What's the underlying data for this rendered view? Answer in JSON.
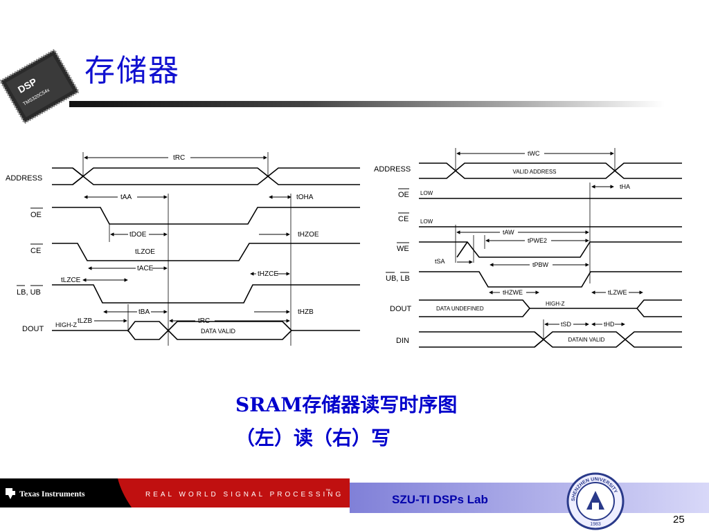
{
  "slide": {
    "title": "存储器",
    "page_number": "25"
  },
  "chip": {
    "label_dsp": "DSP",
    "label_part": "TMS320C54x"
  },
  "read_diagram": {
    "signals": {
      "address": "ADDRESS",
      "oe": "OE",
      "ce": "CE",
      "lb_ub": "LB, UB",
      "dout": "DOUT"
    },
    "params": {
      "trc": "tRC",
      "taa": "tAA",
      "toha": "tOHA",
      "tdoe": "tDOE",
      "tlzoe": "tLZOE",
      "thzoe": "tHZOE",
      "tace": "tACE",
      "thzce": "tHZCE",
      "tlzce": "tLZCE",
      "tba": "tBA",
      "tlzb": "tLZB",
      "thzb": "tHZB",
      "trc2": "tRC"
    },
    "texts": {
      "highz": "HIGH-Z",
      "data_valid": "DATA VALID"
    }
  },
  "write_diagram": {
    "signals": {
      "address": "ADDRESS",
      "oe": "OE",
      "ce": "CE",
      "we": "WE",
      "ub_lb": "UB, LB",
      "dout": "DOUT",
      "din": "DIN"
    },
    "params": {
      "twc": "tWC",
      "tha": "tHA",
      "taw": "tAW",
      "tpwe2": "tPWE2",
      "tsa": "tSA",
      "tpbw": "tPBW",
      "thzwe": "tHZWE",
      "tlzwe": "tLZWE",
      "tsd": "tSD",
      "thd": "tHD"
    },
    "texts": {
      "valid_address": "VALID ADDRESS",
      "oe_low": "LOW",
      "ce_low": "LOW",
      "data_undefined": "DATA UNDEFINED",
      "highz": "HIGH-Z",
      "datain_valid": "DATAIN VALID"
    }
  },
  "caption": {
    "line1": "SRAM存储器读写时序图",
    "line2": "（左）读（右）写"
  },
  "footer": {
    "company": "Texas Instruments",
    "tagline": "REAL WORLD SIGNAL PROCESSING",
    "trademark": "™",
    "lab": "SZU-TI DSPs Lab",
    "seal_text": "SHENZHEN UNIVERSITY",
    "seal_year": "1983"
  },
  "colors": {
    "title": "#1010d0",
    "caption": "#0000cc",
    "lab_text": "#0000aa",
    "footer_red": "#c01010"
  }
}
